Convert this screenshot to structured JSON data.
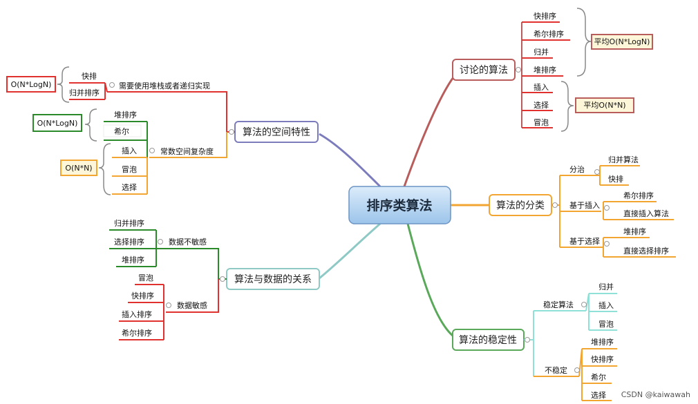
{
  "center": "排序类算法",
  "watermark": "CSDN @kaiwawah",
  "colors": {
    "red": "#e0312e",
    "green": "#2a8a2a",
    "orange": "#f2a531",
    "teal": "#8fe0d6",
    "purple": "#7c7cbc",
    "maroon": "#b85c5c",
    "greenBranch": "#5aa85a",
    "center_fill": "#b7d6f2"
  },
  "branches": {
    "discussion": {
      "title": "讨论的算法",
      "items": [
        "快排序",
        "希尔排序",
        "归并",
        "堆排序",
        "插入",
        "选择",
        "冒泡"
      ],
      "note1": "平均O(N*LogN)",
      "note2": "平均O(N*N)"
    },
    "classification": {
      "title": "算法的分类",
      "groups": [
        {
          "label": "分治",
          "items": [
            "归并算法",
            "快排"
          ]
        },
        {
          "label": "基于插入",
          "items": [
            "希尔排序",
            "直接插入算法"
          ]
        },
        {
          "label": "基于选择",
          "items": [
            "堆排序",
            "直接选择排序"
          ]
        }
      ]
    },
    "stability": {
      "title": "算法的稳定性",
      "groups": [
        {
          "label": "稳定算法",
          "items": [
            "归并",
            "插入",
            "冒泡"
          ]
        },
        {
          "label": "不稳定",
          "items": [
            "堆排序",
            "快排序",
            "希尔",
            "选择"
          ]
        }
      ]
    },
    "space": {
      "title": "算法的空间特性",
      "group1": {
        "label": "需要使用堆栈或者递归实现",
        "items": [
          "快排",
          "归并排序"
        ],
        "note": "O(N*LogN)"
      },
      "group2": {
        "label": "常数空间复杂度",
        "items": [
          "堆排序",
          "希尔",
          "插入",
          "冒泡",
          "选择"
        ],
        "noteA": "O(N*LogN)",
        "noteB": "O(N*N)"
      }
    },
    "data_relation": {
      "title": "算法与数据的关系",
      "group1": {
        "label": "数据不敏感",
        "items": [
          "归并排序",
          "选择排序",
          "堆排序"
        ]
      },
      "group2": {
        "label": "数据敏感",
        "items": [
          "冒泡",
          "快排序",
          "插入排序",
          "希尔排序"
        ]
      }
    }
  }
}
